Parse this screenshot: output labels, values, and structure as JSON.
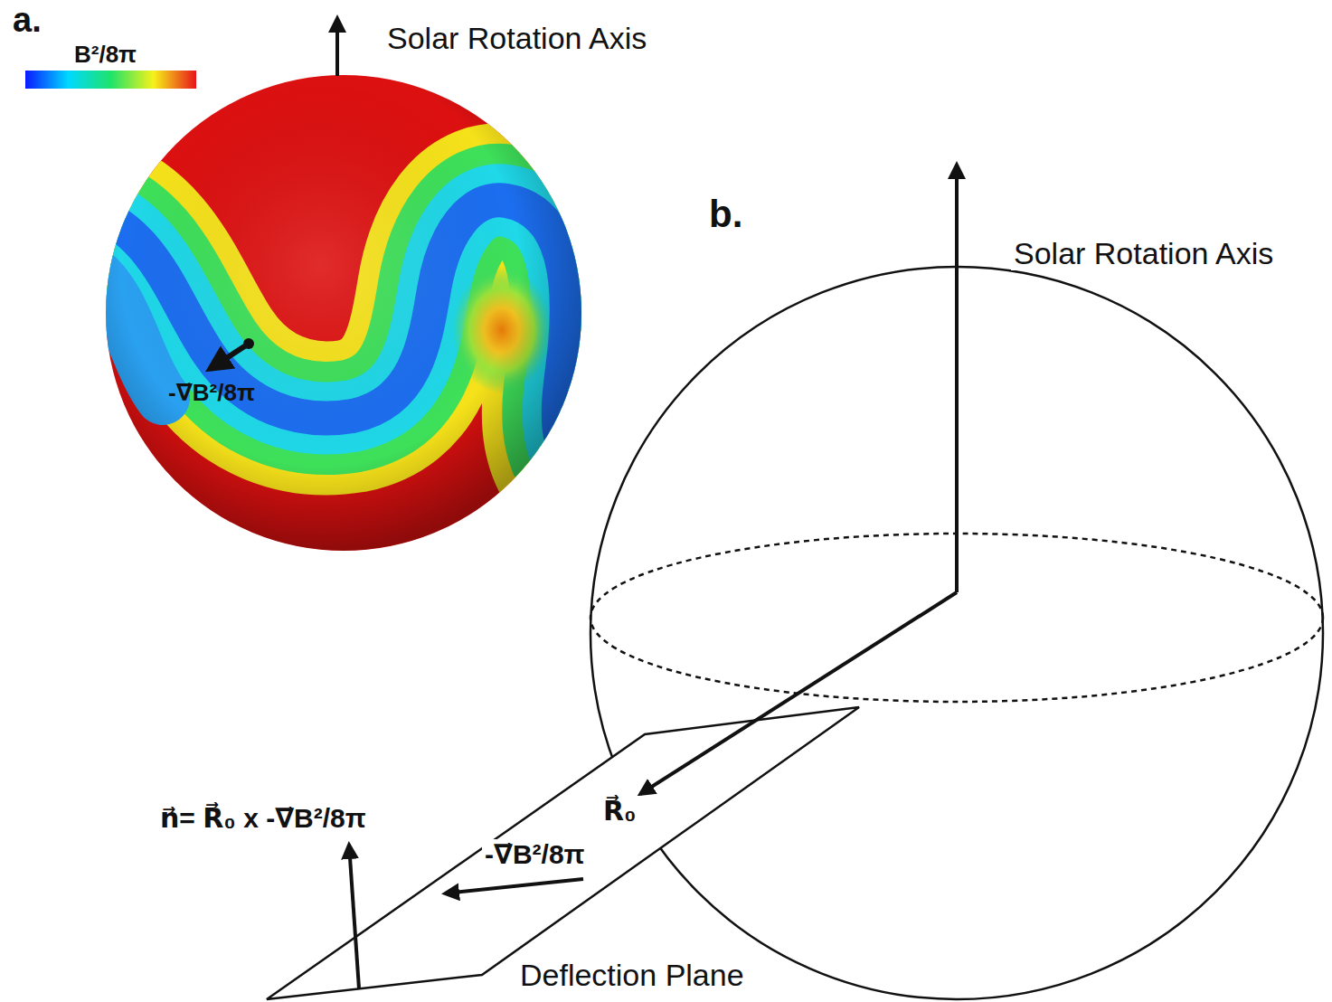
{
  "diagram": {
    "labels": [
      "a.",
      "B²/8π",
      "Solar Rotation Axis",
      "-∇⃗B²/8π",
      "b.",
      "Solar Rotation Axis",
      "R⃗₀",
      "-∇⃗B²/8π",
      "n⃗= R⃗₀ x -∇⃗B²/8π",
      "Deflection Plane"
    ]
  }
}
